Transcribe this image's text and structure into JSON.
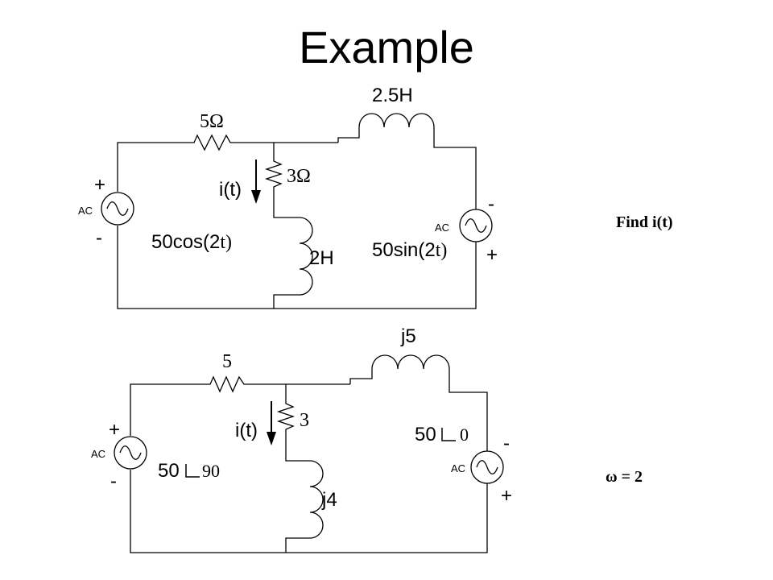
{
  "slide": {
    "title": "Example",
    "find_text": "Find i(t)",
    "omega_text": "ω = 2"
  },
  "circuit_time": {
    "resistor_left": "5Ω",
    "inductor_top": "2.5H",
    "resistor_middle": "3Ω",
    "inductor_middle": "2H",
    "current_label": "i(t)",
    "source_left_text": "AC",
    "source_left_plus": "+",
    "source_left_minus": "-",
    "source_left_value_main": "50cos(2",
    "source_left_value_var": "t)",
    "source_right_text": "AC",
    "source_right_plus": "+",
    "source_right_minus": "-",
    "source_right_value_main": "50sin(2",
    "source_right_value_var": "t)"
  },
  "circuit_phasor": {
    "resistor_left": "5",
    "inductor_top": "j5",
    "resistor_middle": "3",
    "inductor_middle": "j4",
    "current_label": "i(t)",
    "source_left_text": "AC",
    "source_left_plus": "+",
    "source_left_minus": "-",
    "source_left_magnitude": "50",
    "source_left_angle": "90",
    "source_right_text": "AC",
    "source_right_plus": "+",
    "source_right_minus": "-",
    "source_right_magnitude": "50",
    "source_right_angle": "0"
  },
  "icons": {
    "resistor": "resistor-icon",
    "inductor": "inductor-icon",
    "ac_source": "ac-source-icon",
    "current_arrow": "arrow-down-icon",
    "angle_symbol": "phasor-angle-icon"
  }
}
